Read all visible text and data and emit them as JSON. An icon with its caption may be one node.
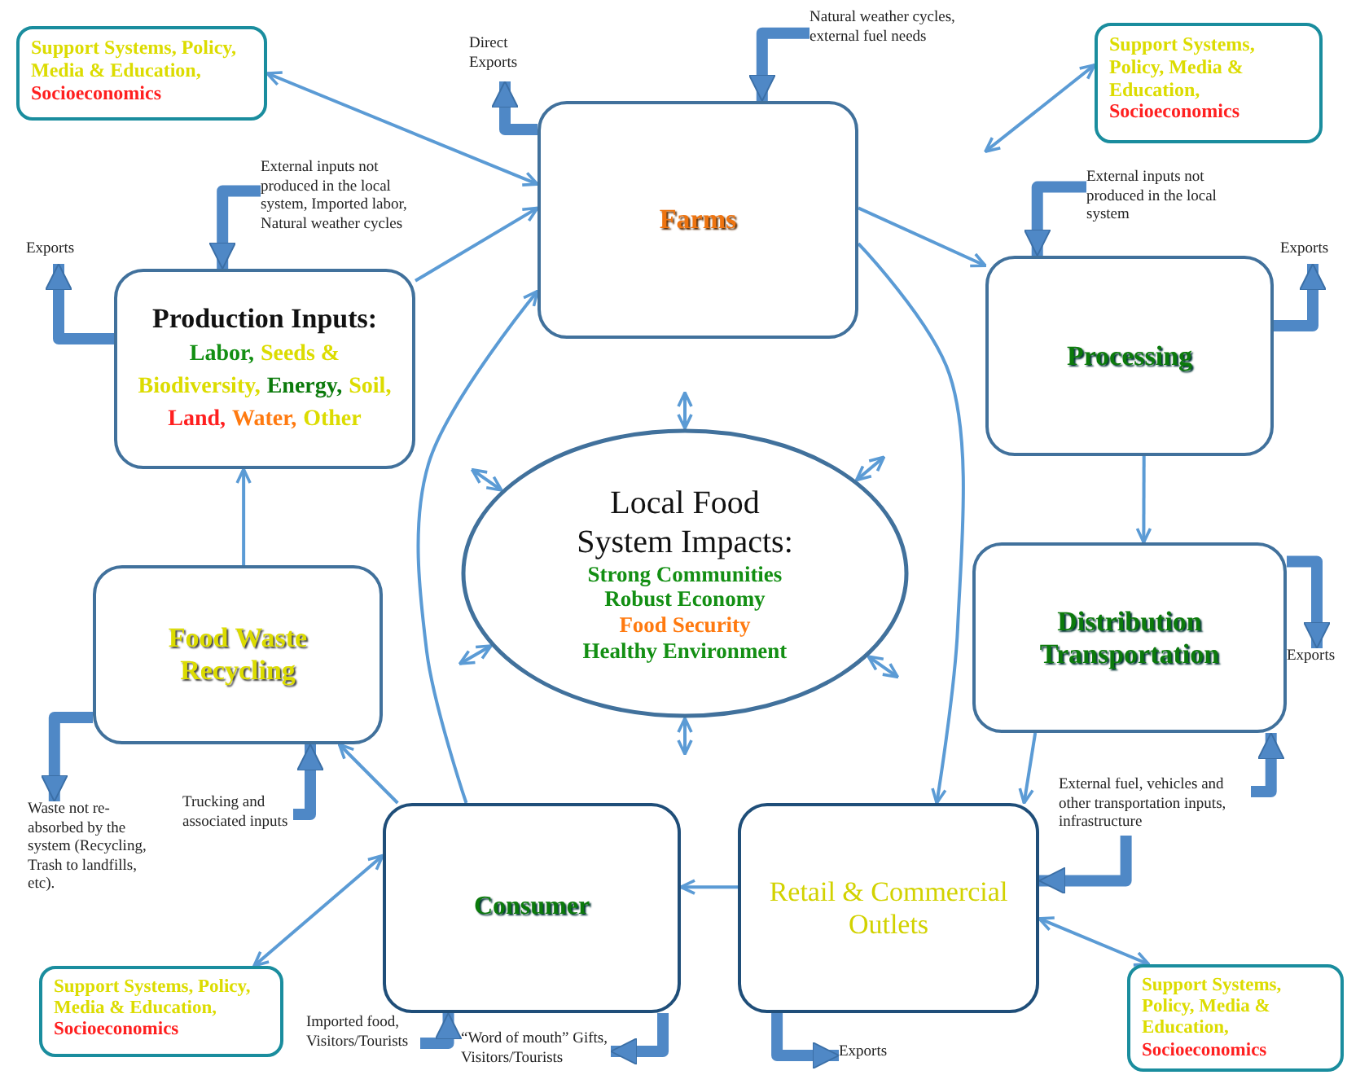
{
  "diagram": {
    "nodes": [
      {
        "text": [
          "Support Systems, Policy, Media & Education,",
          "Socioeconomics"
        ]
      },
      {
        "text": [
          "Farms"
        ]
      },
      {
        "text": [
          "Support Systems, Policy, Media & Education,",
          "Socioeconomics"
        ]
      },
      {
        "text": [
          "Production Inputs:",
          "Labor,",
          "Seeds & Biodiversity,",
          "Energy,",
          "Soil,",
          "Land,",
          "Water,",
          "Other"
        ]
      },
      {
        "text": [
          "Processing"
        ]
      },
      {
        "text": [
          "Local Food System Impacts:",
          "Strong Communities",
          "Robust Economy",
          "Food Security",
          "Healthy Environment"
        ]
      },
      {
        "text": [
          "Food Waste Recycling"
        ]
      },
      {
        "text": [
          "Distribution Transportation"
        ]
      },
      {
        "text": [
          "Consumer"
        ]
      },
      {
        "text": [
          "Retail & Commercial Outlets"
        ]
      },
      {
        "text": [
          "Support Systems, Policy, Media & Education,",
          "Socioeconomics"
        ]
      },
      {
        "text": [
          "Support Systems, Policy, Media & Education,",
          "Socioeconomics"
        ]
      },
      {
        "text": [
          "Direct Exports"
        ]
      },
      {
        "text": [
          "Natural weather cycles, external fuel needs"
        ]
      },
      {
        "text": [
          "External inputs not produced in the local system, Imported labor, Natural weather cycles"
        ]
      },
      {
        "text": [
          "Exports"
        ]
      },
      {
        "text": [
          "External inputs not produced in the local system"
        ]
      },
      {
        "text": [
          "Exports"
        ]
      },
      {
        "text": [
          "Exports"
        ]
      },
      {
        "text": [
          "External fuel, vehicles and other transportation inputs, infrastructure"
        ]
      },
      {
        "text": [
          "Waste not re-absorbed by the system (Recycling, Trash to landfills, etc)."
        ]
      },
      {
        "text": [
          "Trucking and associated inputs"
        ]
      },
      {
        "text": [
          "Imported food, Visitors/Tourists"
        ]
      },
      {
        "text": [
          "“Word of mouth” Gifts, Visitors/Tourists"
        ]
      },
      {
        "text": [
          "Exports"
        ]
      }
    ],
    "edges": [
      {
        "from": 0,
        "to": 1,
        "arrow": "both"
      },
      {
        "from": 2,
        "to": null,
        "arrow": "both"
      },
      {
        "from": 10,
        "to": 8,
        "arrow": "both"
      },
      {
        "from": 11,
        "to": 9,
        "arrow": "both"
      },
      {
        "from": 3,
        "to": 1,
        "arrow": "to"
      },
      {
        "from": 1,
        "to": 4,
        "arrow": "to"
      },
      {
        "from": 4,
        "to": 7,
        "arrow": "to"
      },
      {
        "from": 7,
        "to": 9,
        "arrow": "to"
      },
      {
        "from": 9,
        "to": 8,
        "arrow": "to"
      },
      {
        "from": 8,
        "to": 6,
        "arrow": "to"
      },
      {
        "from": 6,
        "to": 3,
        "arrow": "to"
      },
      {
        "from": 8,
        "to": 1,
        "arrow": "to"
      },
      {
        "from": 1,
        "to": 9,
        "arrow": "to"
      },
      {
        "from": 5,
        "to": null,
        "arrow": "both"
      },
      {
        "from": 5,
        "to": null,
        "arrow": "both"
      },
      {
        "from": 5,
        "to": null,
        "arrow": "both"
      },
      {
        "from": 5,
        "to": null,
        "arrow": "both"
      },
      {
        "from": 5,
        "to": null,
        "arrow": "both"
      },
      {
        "from": 5,
        "to": null,
        "arrow": "both"
      },
      {
        "from": 1,
        "to": 12,
        "arrow": "to",
        "style": "thick"
      },
      {
        "from": 13,
        "to": 1,
        "arrow": "to",
        "style": "thick"
      },
      {
        "from": 14,
        "to": 3,
        "arrow": "to",
        "style": "thick"
      },
      {
        "from": 3,
        "to": 15,
        "arrow": "to",
        "style": "thick"
      },
      {
        "from": 16,
        "to": 4,
        "arrow": "to",
        "style": "thick"
      },
      {
        "from": 4,
        "to": 17,
        "arrow": "to",
        "style": "thick"
      },
      {
        "from": 7,
        "to": 18,
        "arrow": "to",
        "style": "thick"
      },
      {
        "from": 19,
        "to": 7,
        "arrow": "to",
        "style": "thick"
      },
      {
        "from": 19,
        "to": 9,
        "arrow": "to",
        "style": "thick"
      },
      {
        "from": 6,
        "to": 20,
        "arrow": "to",
        "style": "thick"
      },
      {
        "from": 21,
        "to": 6,
        "arrow": "to",
        "style": "thick"
      },
      {
        "from": 22,
        "to": 8,
        "arrow": "to",
        "style": "thick"
      },
      {
        "from": 8,
        "to": 23,
        "arrow": "to",
        "style": "thick"
      },
      {
        "from": 9,
        "to": 24,
        "arrow": "to",
        "style": "thick"
      }
    ]
  }
}
